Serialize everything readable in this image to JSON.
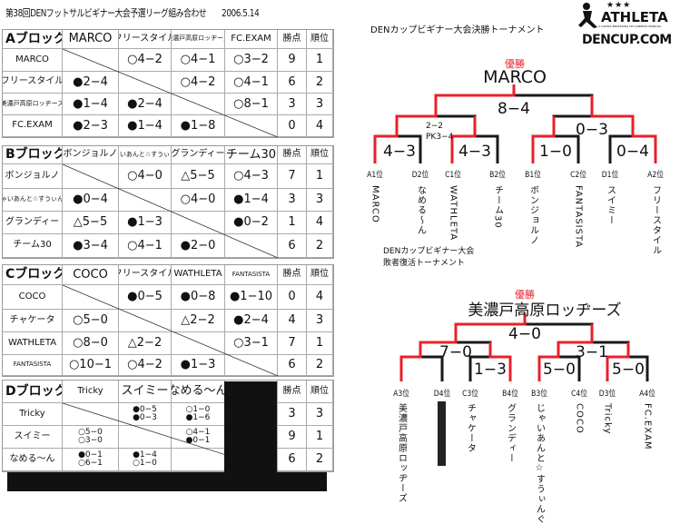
{
  "title": "第38回DENフットサルビギナー大会予選リーグ組み合わせ　　2006.5.14",
  "labels": {
    "points": "勝点",
    "rank": "順位"
  },
  "blocks": [
    {
      "name": "Aブロック",
      "columns": [
        "MARCO",
        "フリースタイル",
        "美濃戸高原ロッヂーズ",
        "FC.EXAM"
      ],
      "rows": [
        {
          "team": "MARCO",
          "cells": [
            "",
            "○4−2",
            "○4−1",
            "○3−2"
          ],
          "points": "9",
          "rank": "1"
        },
        {
          "team": "フリースタイル",
          "cells": [
            "●2−4",
            "",
            "○4−2",
            "○4−1"
          ],
          "points": "6",
          "rank": "2"
        },
        {
          "team": "美濃戸高原ロッヂーズ",
          "cells": [
            "●1−4",
            "●2−4",
            "",
            "○8−1"
          ],
          "points": "3",
          "rank": "3"
        },
        {
          "team": "FC.EXAM",
          "cells": [
            "●2−3",
            "●1−4",
            "●1−8",
            ""
          ],
          "points": "0",
          "rank": "4"
        }
      ]
    },
    {
      "name": "Bブロック",
      "columns": [
        "ボンジョルノ",
        "じゃいあんと☆すうぃんぐ",
        "グランディー",
        "チーム30"
      ],
      "rows": [
        {
          "team": "ボンジョルノ",
          "cells": [
            "",
            "○4−0",
            "△5−5",
            "○4−3"
          ],
          "points": "7",
          "rank": "1"
        },
        {
          "team": "じゃいあんと☆すうぃんぐ",
          "cells": [
            "●0−4",
            "",
            "○4−0",
            "●1−4"
          ],
          "points": "3",
          "rank": "3"
        },
        {
          "team": "グランディー",
          "cells": [
            "△5−5",
            "●1−3",
            "",
            "●0−2"
          ],
          "points": "1",
          "rank": "4"
        },
        {
          "team": "チーム30",
          "cells": [
            "●3−4",
            "○4−1",
            "●2−0",
            ""
          ],
          "points": "6",
          "rank": "2"
        }
      ]
    },
    {
      "name": "Cブロック",
      "columns": [
        "COCO",
        "フリースタイル",
        "WATHLETA",
        "FANTASISTA"
      ],
      "rows": [
        {
          "team": "COCO",
          "cells": [
            "",
            "●0−5",
            "●0−8",
            "●1−10"
          ],
          "points": "0",
          "rank": "4"
        },
        {
          "team": "チャケータ",
          "cells": [
            "○5−0",
            "",
            "△2−2",
            "●2−4"
          ],
          "points": "4",
          "rank": "3"
        },
        {
          "team": "WATHLETA",
          "cells": [
            "○8−0",
            "△2−2",
            "",
            "○3−1"
          ],
          "points": "7",
          "rank": "1"
        },
        {
          "team": "FANTASISTA",
          "cells": [
            "○10−1",
            "○4−2",
            "●1−3",
            ""
          ],
          "points": "6",
          "rank": "2"
        }
      ]
    },
    {
      "name": "Dブロック",
      "columns": [
        "Tricky",
        "スイミー",
        "なめる〜ん",
        ""
      ],
      "rows": [
        {
          "team": "Tricky",
          "cells": [
            "",
            [
              "●0−5",
              "●0−3"
            ],
            [
              "○1−0",
              "●1−6"
            ],
            ""
          ],
          "points": "3",
          "rank": "3"
        },
        {
          "team": "スイミー",
          "cells": [
            [
              "○5−0",
              "○3−0"
            ],
            "",
            [
              "○4−1",
              "●0−1"
            ],
            ""
          ],
          "points": "9",
          "rank": "1"
        },
        {
          "team": "なめる〜ん",
          "cells": [
            [
              "●0−1",
              "○6−1"
            ],
            [
              "●1−4",
              "○1−0"
            ],
            "",
            ""
          ],
          "points": "6",
          "rank": "2"
        }
      ]
    }
  ],
  "final": {
    "title": "DENカップビギナー大会決勝トーナメント",
    "winner_label": "優勝",
    "winner": "MARCO",
    "scores": {
      "r1a": "4−3",
      "r1b": "4−3",
      "r1c": "1−0",
      "r1d": "0−4",
      "sf1_line1": "2−2",
      "sf1_line2": "PK3−4",
      "sf2": "0−3",
      "final": "8−4"
    },
    "leaves": [
      {
        "seed": "A1位",
        "team": "MARCO"
      },
      {
        "seed": "D2位",
        "team": "なめる〜ん"
      },
      {
        "seed": "C1位",
        "team": "WATHLETA"
      },
      {
        "seed": "B2位",
        "team": "チーム30"
      },
      {
        "seed": "B1位",
        "team": "ボンジョルノ"
      },
      {
        "seed": "C2位",
        "team": "FANTASISTA"
      },
      {
        "seed": "D1位",
        "team": "スイミー"
      },
      {
        "seed": "A2位",
        "team": "フリースタイル"
      }
    ]
  },
  "consolation": {
    "title_line1": "DENカップビギナー大会",
    "title_line2": "敗者復活トーナメント",
    "winner_label": "優勝",
    "winner": "美濃戸高原ロッヂーズ",
    "scores": {
      "r1b": "1−3",
      "r1c": "5−0",
      "r1d": "5−0",
      "sf1": "7−0",
      "sf2": "3−1",
      "final": "4−0"
    },
    "leaves": [
      {
        "seed": "A3位",
        "team": "美濃戸高原ロッヂーズ"
      },
      {
        "seed": "D4位",
        "team": ""
      },
      {
        "seed": "C3位",
        "team": "チャケータ"
      },
      {
        "seed": "B4位",
        "team": "グランディー"
      },
      {
        "seed": "B3位",
        "team": "じゃいあんと☆すうぃんぐ"
      },
      {
        "seed": "C4位",
        "team": "COCO"
      },
      {
        "seed": "D3位",
        "team": "Tricky"
      },
      {
        "seed": "A4位",
        "team": "FC.EXAM"
      }
    ]
  },
  "logo": {
    "brand": "ATHLETA",
    "tagline": "A CAMISA BRASILEIRA TRI CAMPEÃO MUNDIAL",
    "site": "DENCUP.COM"
  },
  "colors": {
    "winner_line": "#e8202a",
    "line": "#1a1a1a"
  }
}
